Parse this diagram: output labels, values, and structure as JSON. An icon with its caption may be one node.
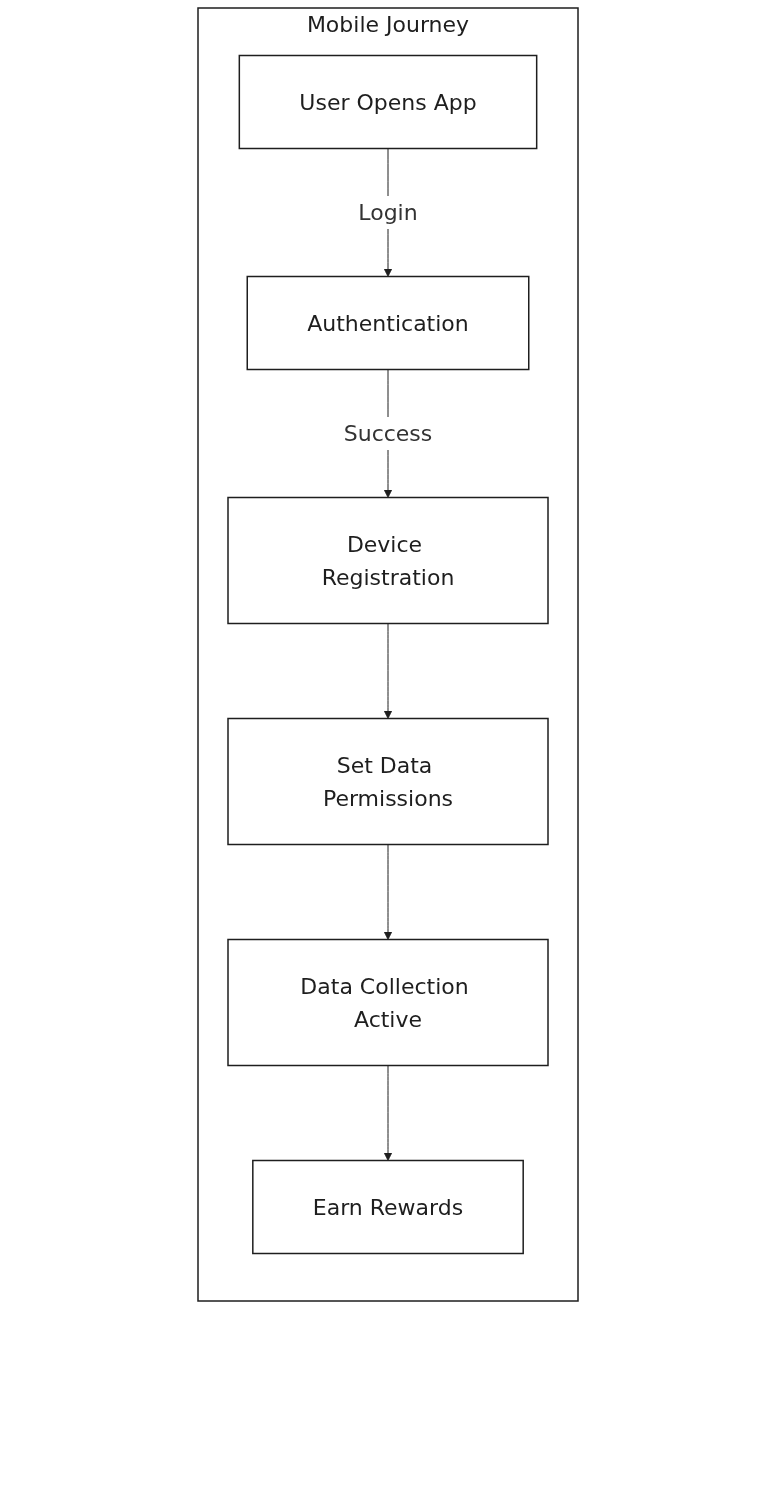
{
  "diagram": {
    "nodes": [
      {
        "text": [
          "Mobile Journey"
        ]
      },
      {
        "text": [
          "User Opens App"
        ],
        "in": 0
      },
      {
        "text": [
          "Authentication"
        ],
        "in": 0
      },
      {
        "text": [
          "Device Registration"
        ],
        "in": 0
      },
      {
        "text": [
          "Set Data Permissions"
        ],
        "in": 0
      },
      {
        "text": [
          "Data Collection Active"
        ],
        "in": 0
      },
      {
        "text": [
          "Earn Rewards"
        ],
        "in": 0
      }
    ],
    "edges": [
      {
        "from": 1,
        "to": 2,
        "arrow": "to",
        "label": "Login"
      },
      {
        "from": 2,
        "to": 3,
        "arrow": "to",
        "label": "Success"
      },
      {
        "from": 3,
        "to": 4,
        "arrow": "to"
      },
      {
        "from": 4,
        "to": 5,
        "arrow": "to"
      },
      {
        "from": 5,
        "to": 6,
        "arrow": "to"
      }
    ]
  }
}
